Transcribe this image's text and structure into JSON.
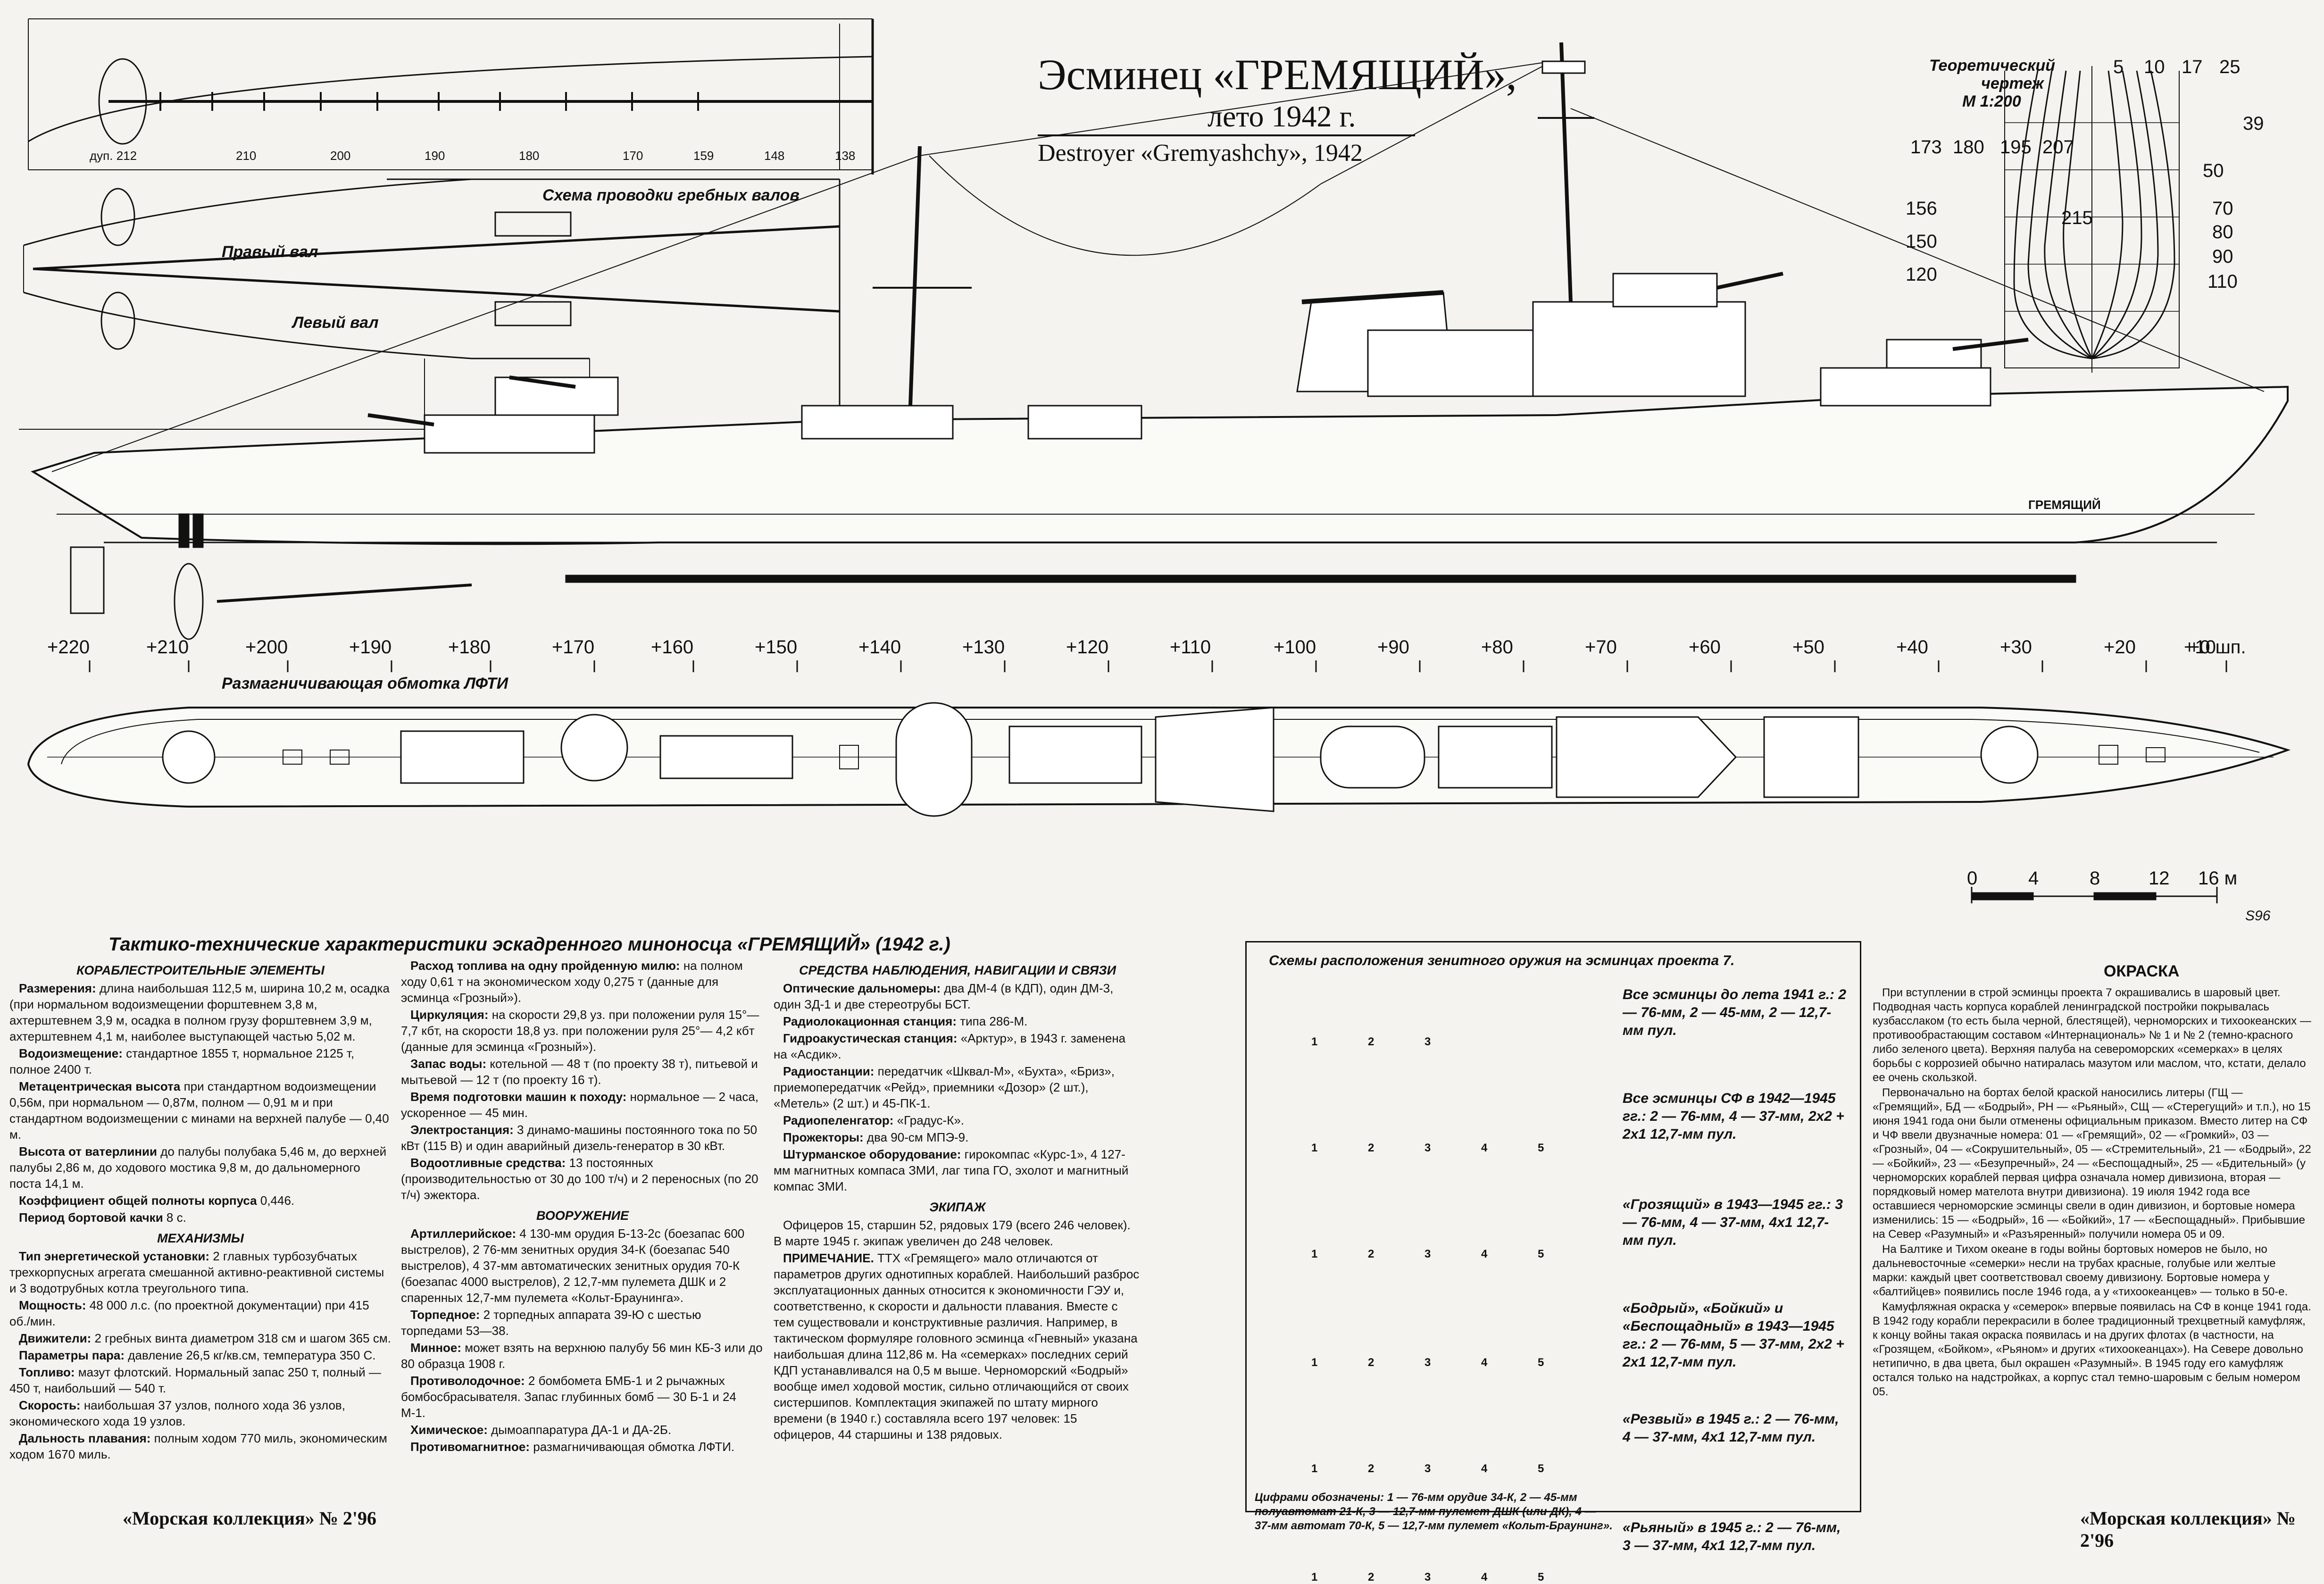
{
  "header": {
    "title": "Эсминец «ГРЕМЯЩИЙ»,",
    "subtitle": "лето 1942 г.",
    "title_en": "Destroyer «Gremyashchy», 1942"
  },
  "shafts": {
    "caption": "Схема проводки гребных валов",
    "right": "Правый вал",
    "left": "Левый вал",
    "frames": [
      "дуп. 212",
      "210",
      "200",
      "190",
      "180",
      "170",
      "159",
      "148",
      "138"
    ]
  },
  "lines_plan": {
    "caption1": "Теоретический",
    "caption2": "чертеж",
    "caption3": "М 1:200",
    "top_stations": [
      "5",
      "10",
      "17",
      "25"
    ],
    "right_stations": [
      "39",
      "50",
      "70",
      "80",
      "90",
      "110"
    ],
    "left_stations": [
      "173",
      "180",
      "195",
      "207",
      "156",
      "150",
      "120"
    ],
    "inner_station": "215"
  },
  "hull_name": "ГРЕМЯЩИЙ",
  "frame_scale": [
    "+220",
    "+210",
    "+200",
    "+190",
    "+180",
    "+170",
    "+160",
    "+150",
    "+140",
    "+130",
    "+120",
    "+110",
    "+100",
    "+90",
    "+80",
    "+70",
    "+60",
    "+50",
    "+40",
    "+30",
    "+20",
    "+10",
    "+0 шп."
  ],
  "degauss_label": "Размагничивающая обмотка ЛФТИ",
  "scale_bar": {
    "labels": [
      "0",
      "4",
      "8",
      "12",
      "16 м"
    ],
    "signature": "S96"
  },
  "specs": {
    "title": "Тактико-технические характеристики эскадренного миноносца «ГРЕМЯЩИЙ» (1942 г.)",
    "col1": [
      {
        "h": "КОРАБЛЕСТРОИТЕЛЬНЫЕ ЭЛЕМЕНТЫ"
      },
      {
        "b": "Размерения:",
        "t": " длина наибольшая 112,5 м, ширина 10,2 м, осадка (при нормальном водоизмещении форштевнем 3,8 м, ахтерштевнем 3,9 м, осадка в полном грузу форштевнем 3,9 м, ахтерштевнем 4,1 м, наиболее выступающей частью 5,02 м."
      },
      {
        "b": "Водоизмещение:",
        "t": " стандартное 1855 т, нормальное 2125 т, полное 2400 т."
      },
      {
        "b": "Метацентрическая высота",
        "t": " при стандартном водоизмещении 0,56м, при нормальном — 0,87м, полном — 0,91 м и при стандартном водоизмещении с минами на верхней палубе — 0,40 м."
      },
      {
        "b": "Высота от ватерлинии",
        "t": " до палубы полубака 5,46 м, до верхней палубы 2,86 м, до ходового мостика 9,8 м, до дальномерного поста 14,1 м."
      },
      {
        "b": "Коэффициент общей полноты корпуса",
        "t": " 0,446."
      },
      {
        "b": "Период бортовой качки",
        "t": " 8 с."
      },
      {
        "h": "МЕХАНИЗМЫ"
      },
      {
        "b": "Тип энергетической установки:",
        "t": " 2 главных турбозубчатых трехкорпусных агрегата смешанной активно-реактивной системы и 3 водотрубных котла треугольного типа."
      },
      {
        "b": "Мощность:",
        "t": " 48 000 л.с. (по проектной документации) при 415 об./мин."
      },
      {
        "b": "Движители:",
        "t": " 2 гребных винта диаметром 318 см и шагом 365 см."
      },
      {
        "b": "Параметры пара:",
        "t": " давление 26,5 кг/кв.см, температура 350 С."
      },
      {
        "b": "Топливо:",
        "t": " мазут флотский. Нормальный запас 250 т, полный — 450 т, наибольший — 540 т."
      },
      {
        "b": "Скорость:",
        "t": " наибольшая 37 узлов, полного хода 36 узлов, экономического хода 19 узлов."
      },
      {
        "b": "Дальность плавания:",
        "t": " полным ходом 770 миль, экономическим ходом 1670 миль."
      }
    ],
    "col2": [
      {
        "b": "Расход топлива на одну пройденную милю:",
        "t": " на полном ходу 0,61 т на экономическом ходу 0,275 т (данные для эсминца «Грозный»)."
      },
      {
        "b": "Циркуляция:",
        "t": " на скорости 29,8 уз. при положении руля 15°— 7,7 кбт, на скорости 18,8 уз. при положении руля 25°— 4,2 кбт (данные для эсминца «Грозный»)."
      },
      {
        "b": "Запас воды:",
        "t": " котельной — 48 т (по проекту 38 т), питьевой и мытьевой — 12 т (по проекту 16 т)."
      },
      {
        "b": "Время подготовки машин к походу:",
        "t": " нормальное — 2 часа, ускоренное — 45 мин."
      },
      {
        "b": "Электростанция:",
        "t": " 3 динамо-машины постоянного тока по 50 кВт (115 В) и один аварийный дизель-генератор в 30 кВт."
      },
      {
        "b": "Водоотливные средства:",
        "t": " 13 постоянных (производительностью от 30 до 100 т/ч) и 2 переносных (по 20 т/ч) эжектора."
      },
      {
        "h": "ВООРУЖЕНИЕ"
      },
      {
        "b": "Артиллерийское:",
        "t": " 4 130-мм орудия Б-13-2с (боезапас 600 выстрелов), 2 76-мм зенитных орудия 34-К (боезапас 540 выстрелов), 4 37-мм автоматических зенитных орудия 70-К (боезапас 4000 выстрелов), 2 12,7-мм пулемета ДШК и 2 спаренных 12,7-мм пулемета «Кольт-Браунинга»."
      },
      {
        "b": "Торпедное:",
        "t": " 2 торпедных аппарата 39-Ю с шестью торпедами 53—38."
      },
      {
        "b": "Минное:",
        "t": " может взять на верхнюю палубу 56 мин КБ-3 или до 80 образца 1908 г."
      },
      {
        "b": "Противолодочное:",
        "t": " 2 бомбомета БМБ-1 и 2 рычажных бомбосбрасывателя. Запас глубинных бомб — 30 Б-1 и 24 М-1."
      },
      {
        "b": "Химическое:",
        "t": " дымоаппаратура ДА-1 и ДА-2Б."
      },
      {
        "b": "Противомагнитное:",
        "t": " размагничивающая обмотка ЛФТИ."
      }
    ],
    "col3": [
      {
        "h": "СРЕДСТВА НАБЛЮДЕНИЯ, НАВИГАЦИИ И СВЯЗИ"
      },
      {
        "b": "Оптические дальномеры:",
        "t": " два ДМ-4 (в КДП), один ДМ-3, один ЗД-1 и две стереотрубы БСТ."
      },
      {
        "b": "Радиолокационная станция:",
        "t": " типа 286-М."
      },
      {
        "b": "Гидроакустическая станция:",
        "t": " «Арктур», в 1943 г. заменена на «Асдик»."
      },
      {
        "b": "Радиостанции:",
        "t": " передатчик «Шквал-М», «Бухта», «Бриз», приемопередатчик «Рейд», приемники «Дозор» (2 шт.), «Метель» (2 шт.) и 45-ПК-1."
      },
      {
        "b": "Радиопеленгатор:",
        "t": " «Градус-К»."
      },
      {
        "b": "Прожекторы:",
        "t": " два 90-см МПЭ-9."
      },
      {
        "b": "Штурманское оборудование:",
        "t": " гирокомпас «Курс-1», 4 127-мм магнитных компаса ЗМИ, лаг типа ГО, эхолот и магнитный компас ЗМИ."
      },
      {
        "h": "ЭКИПАЖ"
      },
      {
        "t": "Офицеров 15, старшин 52, рядовых 179 (всего 246 человек). В марте 1945 г. экипаж увеличен до 248 человек."
      },
      {
        "b": "ПРИМЕЧАНИЕ.",
        "t": " ТТХ «Гремящего» мало отличаются от параметров других однотипных кораблей. Наибольший разброс эксплуатационных данных относится к экономичности ГЭУ и, соответственно, к скорости и дальности плавания. Вместе с тем существовали и конструктивные различия. Например, в тактическом формуляре головного эсминца «Гневный» указана наибольшая длина 112,86 м. На «семерках» последних серий КДП устанавливался на 0,5 м выше. Черноморский «Бодрый» вообще имел ходовой мостик, сильно отличающийся от своих систершипов. Комплектация экипажей по штату мирного времени (в 1940 г.) составляла всего 197 человек: 15 офицеров, 44 старшины и 138 рядовых."
      }
    ]
  },
  "aa": {
    "title": "Схемы расположения зенитного оружия на эсминцах проекта 7.",
    "items": [
      "Все эсминцы до лета 1941 г.: 2 — 76-мм, 2 — 45-мм, 2 — 12,7-мм пул.",
      "Все эсминцы СФ в 1942—1945 гг.: 2 — 76-мм, 4 — 37-мм, 2x2 + 2x1 12,7-мм пул.",
      "«Грозящий» в 1943—1945 гг.: 3 — 76-мм, 4 — 37-мм, 4x1 12,7-мм пул.",
      "«Бодрый», «Бойкий» и «Беспощадный» в 1943—1945 гг.: 2 — 76-мм, 5 — 37-мм, 2x2 + 2x1 12,7-мм пул.",
      "«Резвый» в 1945 г.: 2 — 76-мм, 4 — 37-мм, 4x1 12,7-мм пул.",
      "«Рьяный» в 1945 г.: 2 — 76-мм, 3 — 37-мм, 4x1 12,7-мм пул."
    ],
    "legend": "Цифрами обозначены: 1 — 76-мм орудие 34-К, 2 — 45-мм полуавтомат 21-К, 3 — 12,7-мм пулемет ДШК (или ДК), 4 — 37-мм автомат 70-К, 5 — 12,7-мм пулемет «Кольт-Браунинг».",
    "marks": [
      "1",
      "2",
      "3",
      "4",
      "5"
    ]
  },
  "paint": {
    "title": "ОКРАСКА",
    "paras": [
      "При вступлении в строй эсминцы проекта 7 окрашивались в шаровый цвет. Подводная часть корпуса кораблей ленинградской постройки покрывалась кузбасслаком (то есть была черной, блестящей), черноморских и тихоокеанских — противообрастающим составом «Интернациональ» № 1 и № 2 (темно-красного либо зеленого цвета). Верхняя палуба на североморских «семерках» в целях борьбы с коррозией обычно натиралась мазутом или маслом, что, кстати, делало ее очень скользкой.",
      "Первоначально на бортах белой краской наносились литеры (ГЩ — «Гремящий», БД — «Бодрый», РН — «Рьяный», СЩ — «Стерегущий» и т.п.), но 15 июня 1941 года они были отменены официальным приказом. Вместо литер на СФ и ЧФ ввели двузначные номера: 01 — «Гремящий», 02 — «Громкий», 03 — «Грозный», 04 — «Сокрушительный», 05 — «Стремительный», 21 — «Бодрый», 22 — «Бойкий», 23 — «Безупречный», 24 — «Беспощадный», 25 — «Бдительный» (у черноморских кораблей первая цифра означала номер дивизиона, вторая — порядковый номер мателота внутри дивизиона). 19 июля 1942 года все оставшиеся черноморские эсминцы свели в один дивизион, и бортовые номера изменились: 15 — «Бодрый», 16 — «Бойкий», 17 — «Беспощадный». Прибывшие на Север «Разумный» и «Разъяренный» получили номера 05 и 09.",
      "На Балтике и Тихом океане в годы войны бортовых номеров не было, но дальневосточные «семерки» несли на трубах красные, голубые или желтые марки: каждый цвет соответствовал своему дивизиону. Бортовые номера у «балтийцев» появились после 1946 года, а у «тихоокеанцев» — только в 50-е.",
      "Камуфляжная окраска у «семерок» впервые появилась на СФ в конце 1941 года. В 1942 году корабли перекрасили в более традиционный трехцветный камуфляж, к концу войны такая окраска появилась и на других флотах (в частности, на «Грозящем, «Бойком», «Рьяном» и других «тихоокеанцах»). На Севере довольно нетипично, в два цвета, был окрашен «Разумный». В 1945 году его камуфляж остался только на надстройках, а корпус стал темно-шаровым с белым номером 05."
    ]
  },
  "footer": "«Морская коллекция» № 2'96"
}
